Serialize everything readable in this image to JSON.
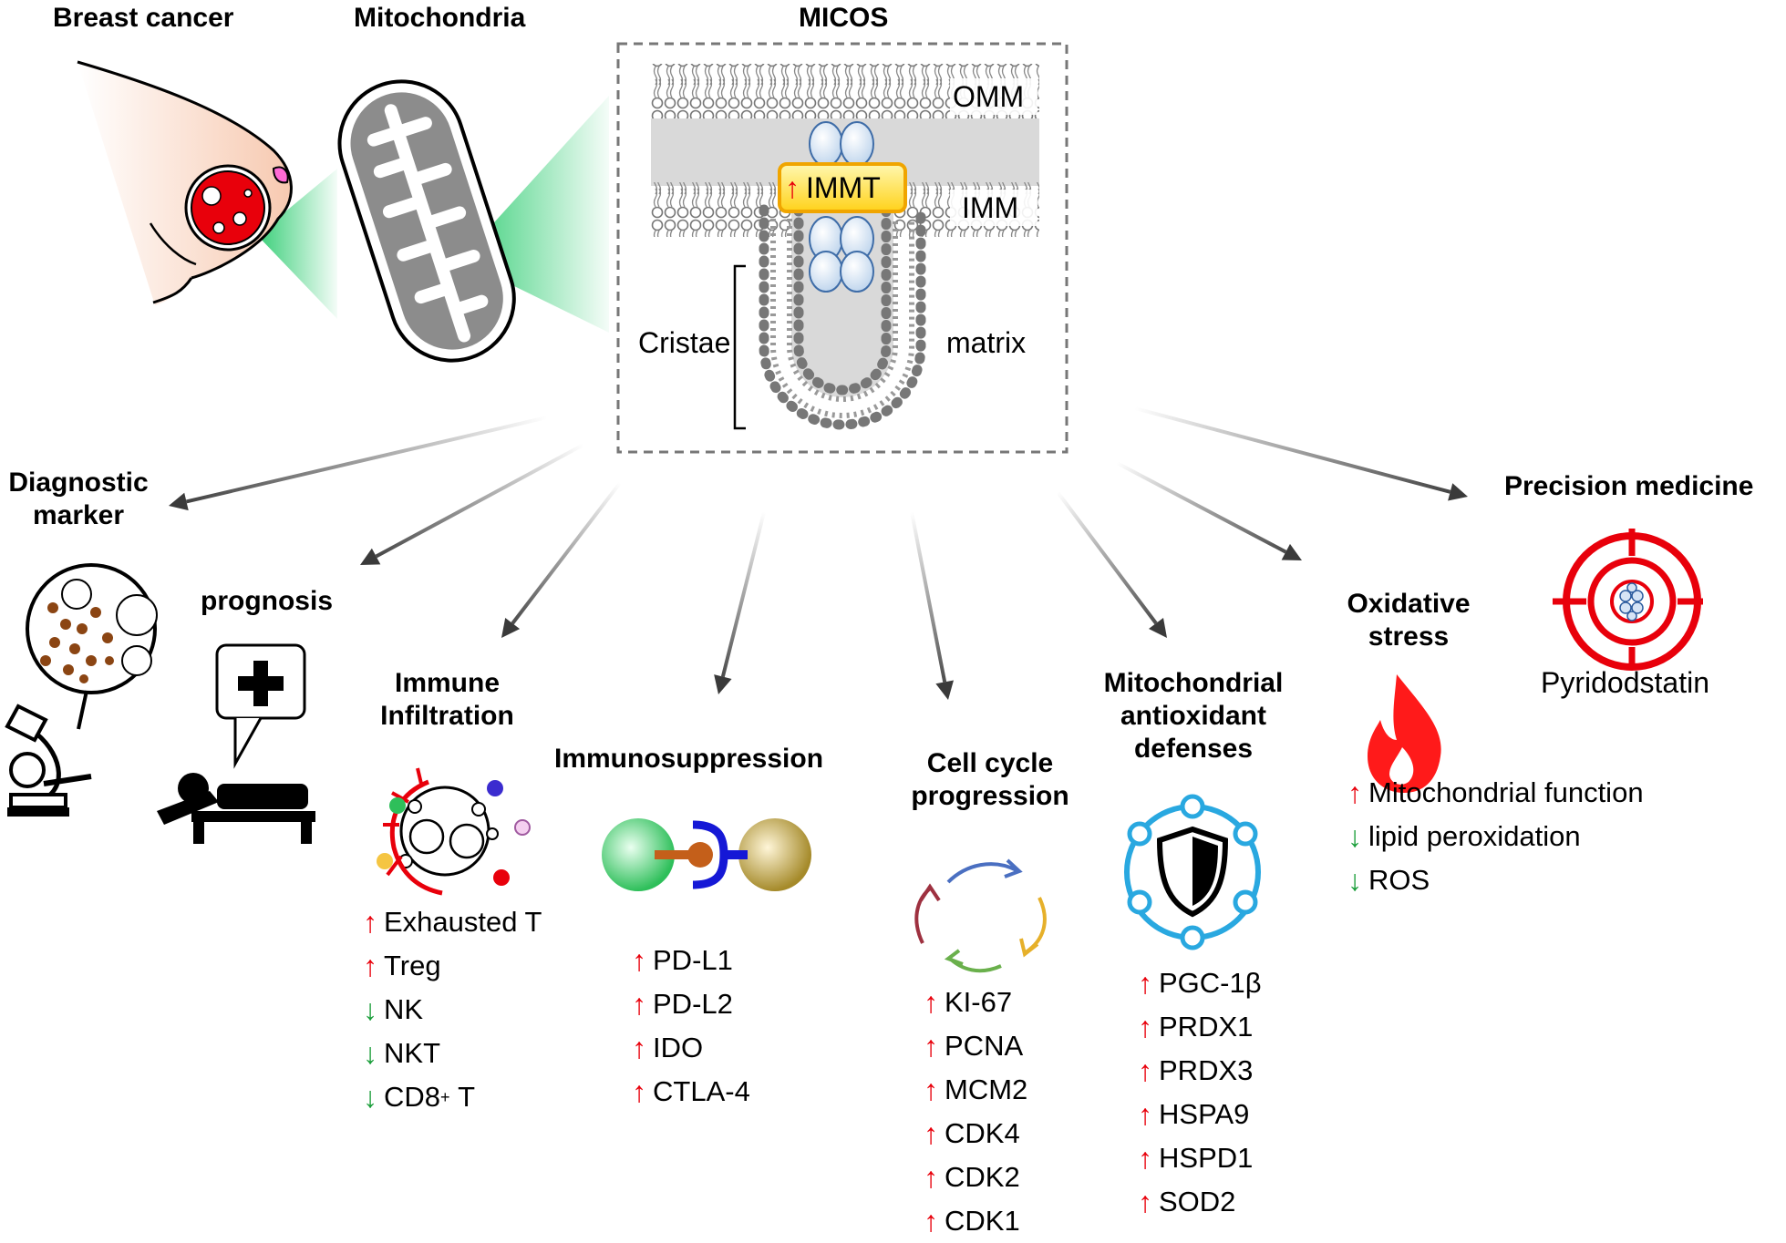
{
  "top": {
    "breast_cancer": "Breast cancer",
    "mitochondria": "Mitochondria",
    "micos": "MICOS"
  },
  "micos_panel": {
    "omm": "OMM",
    "imm": "IMM",
    "immt": "IMMT",
    "immt_arrow": "up",
    "cristae": "Cristae",
    "matrix": "matrix"
  },
  "diagnostic": {
    "line1": "Diagnostic",
    "line2": "marker"
  },
  "prognosis": {
    "label": "prognosis"
  },
  "immune_infiltration": {
    "line1": "Immune",
    "line2": "Infiltration",
    "items": [
      {
        "dir": "up",
        "text": "Exhausted T"
      },
      {
        "dir": "up",
        "text": "Treg"
      },
      {
        "dir": "down",
        "text": "NK"
      },
      {
        "dir": "down",
        "text": "NKT"
      },
      {
        "dir": "down",
        "text": "CD8",
        "sup": "+",
        "suffix": " T"
      }
    ]
  },
  "immunosuppression": {
    "label": "Immunosuppression",
    "items": [
      {
        "dir": "up",
        "text": "PD-L1"
      },
      {
        "dir": "up",
        "text": "PD-L2"
      },
      {
        "dir": "up",
        "text": "IDO"
      },
      {
        "dir": "up",
        "text": "CTLA-4"
      }
    ]
  },
  "cell_cycle": {
    "line1": "Cell cycle",
    "line2": "progression",
    "items": [
      {
        "dir": "up",
        "text": "KI-67"
      },
      {
        "dir": "up",
        "text": "PCNA"
      },
      {
        "dir": "up",
        "text": "MCM2"
      },
      {
        "dir": "up",
        "text": "CDK4"
      },
      {
        "dir": "up",
        "text": "CDK2"
      },
      {
        "dir": "up",
        "text": "CDK1"
      }
    ]
  },
  "antioxidant": {
    "line1": "Mitochondrial",
    "line2": "antioxidant",
    "line3": "defenses",
    "items": [
      {
        "dir": "up",
        "text": "PGC-1β"
      },
      {
        "dir": "up",
        "text": "PRDX1"
      },
      {
        "dir": "up",
        "text": "PRDX3"
      },
      {
        "dir": "up",
        "text": "HSPA9"
      },
      {
        "dir": "up",
        "text": "HSPD1"
      },
      {
        "dir": "up",
        "text": "SOD2"
      }
    ]
  },
  "oxidative": {
    "line1": "Oxidative",
    "line2": "stress",
    "items": [
      {
        "dir": "up",
        "text": "Mitochondrial function"
      },
      {
        "dir": "down",
        "text": " lipid peroxidation"
      },
      {
        "dir": "down",
        "text": " ROS"
      }
    ]
  },
  "precision": {
    "label": "Precision medicine",
    "drug": "Pyridodstatin"
  },
  "colors": {
    "up_arrow": "#e8000b",
    "down_arrow": "#1a9e3a",
    "immt_box": "#ffe24a",
    "membrane_band": "#d9d9d9",
    "tumor_red": "#e8000b",
    "beam_green": "#2ecc71",
    "target_red": "#e8000b",
    "flame_red": "#ff1a1a",
    "shield_ring": "#29a8e0"
  },
  "icons": [
    "breast-icon",
    "tumor-icon",
    "mitochondrion-icon",
    "membrane-icon",
    "microscope-icon",
    "patient-bed-icon",
    "immune-cells-icon",
    "checkpoint-binding-icon",
    "cell-cycle-icon",
    "shield-icon",
    "flame-icon",
    "target-icon"
  ]
}
